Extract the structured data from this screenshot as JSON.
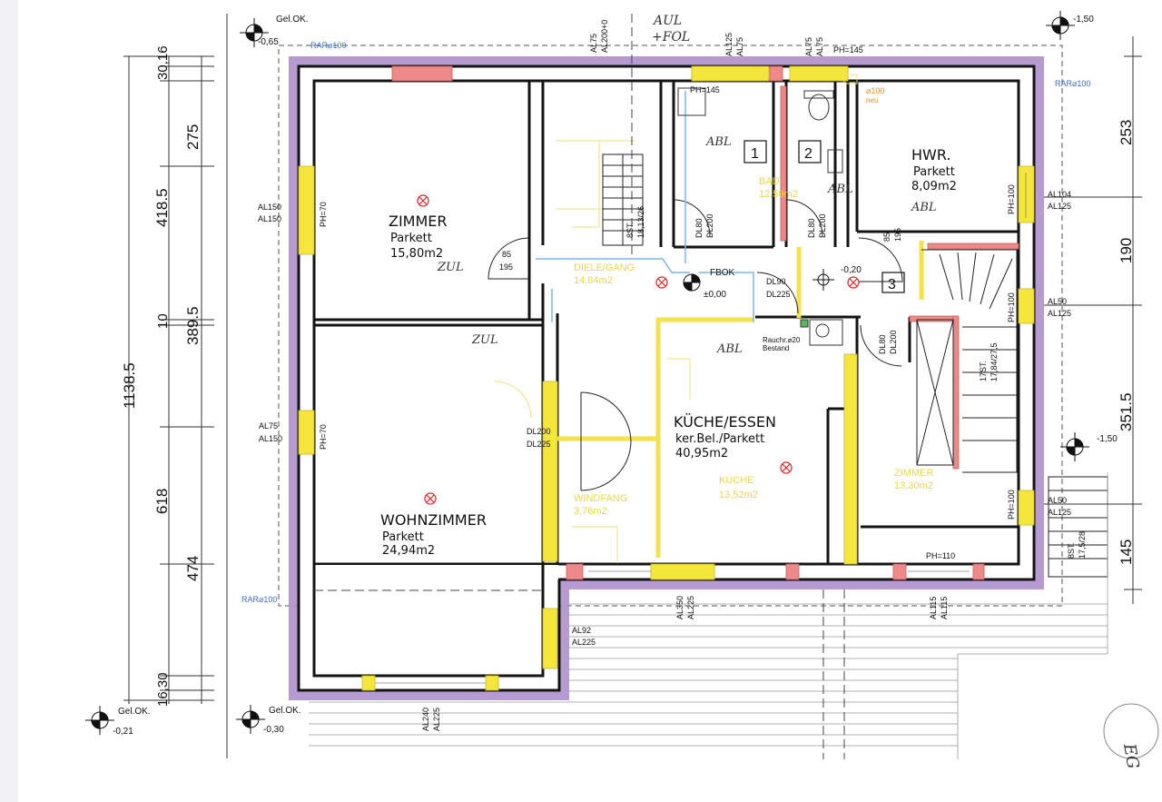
{
  "rooms": {
    "zimmer": {
      "name": "ZIMMER",
      "floor": "Parkett",
      "area": "15,80m2"
    },
    "wohnzimmer": {
      "name": "WOHNZIMMER",
      "floor": "Parkett",
      "area": "24,94m2"
    },
    "kueche": {
      "name": "KÜCHE/ESSEN",
      "floor": "ker.Bel./Parkett",
      "area": "40,95m2"
    },
    "hwr": {
      "name": "HWR.",
      "floor": "Parkett",
      "area": "8,09m2"
    },
    "kueche_sub": {
      "name": "KÜCHE",
      "area": "13,52m2"
    },
    "windfang": {
      "name": "WINDFANG",
      "area": "3,76m2"
    },
    "zimmer2": {
      "name": "ZIMMER",
      "area": "13,30m2"
    },
    "bad": {
      "name": "BAD",
      "area": "12,59m2"
    },
    "diele": {
      "name": "DIELE/GANG",
      "area": "14,84m2"
    }
  },
  "numbers": {
    "n1": "1",
    "n2": "2",
    "n3": "3"
  },
  "dims_left": {
    "total": "1138.5",
    "a": "418.5",
    "b": "389.5",
    "c": "618",
    "d": "275",
    "e": "30,16",
    "f": "10",
    "g": "474",
    "h": "16,30"
  },
  "dims_right": {
    "a": "253",
    "b": "190",
    "c": "351.5",
    "d": "145"
  },
  "levels": {
    "tl_label": "Gel.OK.",
    "tl_value": "-0,65",
    "tr_value": "-1,50",
    "r_value": "-1,50",
    "bl_label": "Gel.OK.",
    "bl_value": "-0,21",
    "bl2_label": "Gel.OK.",
    "bl2_value": "-0,30",
    "center": "-0,20",
    "floor_zero": "±0,00",
    "fbok": "FBOK"
  },
  "windows": {
    "al150a": "AL150",
    "al150b": "AL150",
    "ph70a": "PH=70",
    "al75": "AL75",
    "al150c": "AL150",
    "ph70b": "PH=70",
    "al104": "AL104",
    "al125a": "AL125",
    "ph100a": "PH=100",
    "al50a": "AL50",
    "al125b": "AL125",
    "ph100b": "PH=100",
    "al50b": "AL50",
    "al125c": "AL125",
    "ph100c": "PH=100",
    "al92": "AL92",
    "al225a": "AL225",
    "al240": "AL240",
    "al225b": "AL225",
    "al350": "AL350",
    "al225c": "AL225",
    "al115a": "AL115",
    "al115b": "AL115",
    "ph110": "PH=110",
    "ph145a": "PH=145",
    "ph145b": "PH=145",
    "al75t1": "AL75",
    "al200t": "AL200+0",
    "al125t": "AL125",
    "al75t2": "AL75",
    "al75t3": "AL75",
    "al75t4": "AL75"
  },
  "doors": {
    "d85a": "85",
    "d195a": "195",
    "d85b": "85",
    "d195b": "195",
    "dl200a": "DL200",
    "dl225a": "DL225",
    "dl90": "DL90",
    "dl225b": "DL225",
    "dl80a": "DL80",
    "dl200b": "DL200",
    "dl80b": "DL80",
    "dl200c": "DL200",
    "dl80c": "DL80",
    "dl200d": "DL200"
  },
  "stairs": {
    "s1": "8ST.",
    "s1b": "18,13/26",
    "s2": "17ST.",
    "s2b": "17,84/27,5",
    "s3": "8ST.",
    "s3b": "17,5/28"
  },
  "rar": {
    "r1": "RAR⌀100",
    "r2": "RAR⌀100",
    "r3": "RAR⌀100",
    "new": "⌀100",
    "new2": "neu"
  },
  "rauch": {
    "l1": "Rauchr.⌀20",
    "l2": "Bestand"
  },
  "notes": {
    "aul": "AUL",
    "fol": "+FOL",
    "abl1": "ABL",
    "abl2": "ABL",
    "abl3": "ABL",
    "abl4": "ABL",
    "zul1": "ZUL",
    "zul2": "ZUL",
    "eg": "EG"
  },
  "colors": {
    "wall": "#141414",
    "insulation": "#9b7bbf",
    "window": "#f5e63c",
    "pink": "#e98080",
    "yellow": "#f3e24b",
    "blue": "#3a6fd8"
  }
}
